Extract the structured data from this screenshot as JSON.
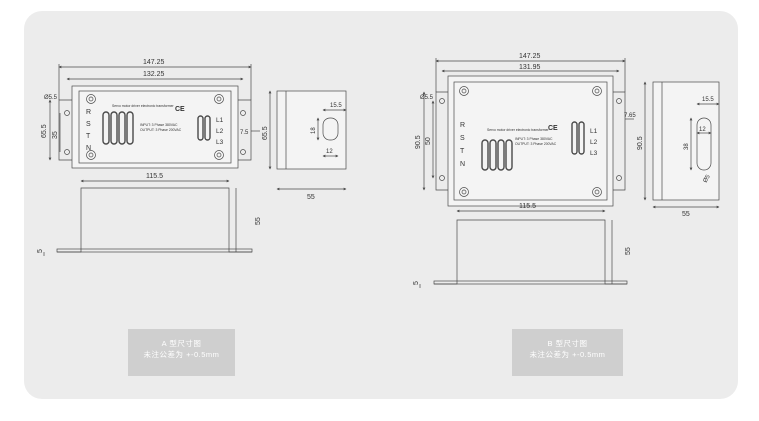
{
  "colors": {
    "panel": "#ececec",
    "caption_bg": "#cfcfcf",
    "caption_text": "#ffffff",
    "line": "#4a4a4a"
  },
  "drawing_a": {
    "dims": {
      "total_length": "147.25",
      "hole_pitch": "132.25",
      "height": "65.5",
      "hole_span": "35",
      "hole_dia": "Ø5.5",
      "base_width": "115.5",
      "base_height": "55",
      "flange": "5",
      "side_offset": "7.5",
      "side_depth": "55",
      "slot_width": "15.5",
      "slot_height": "18",
      "slot_len": "12"
    },
    "terminals_left": [
      "R",
      "S",
      "T",
      "N"
    ],
    "terminals_right": [
      "L1",
      "L2",
      "L3"
    ],
    "plate": {
      "title": "Servo motor driver electronic transformer",
      "input": "INPUT: 3 Phase 380VAC",
      "output": "OUTPUT: 3 Phase 200VAC",
      "ce": "CE"
    },
    "caption_line1": "A 型尺寸图",
    "caption_line2": "未注公差为 +-0.5mm"
  },
  "drawing_b": {
    "dims": {
      "total_length": "147.25",
      "hole_pitch": "131.95",
      "height": "90.5",
      "hole_span": "50",
      "hole_dia": "Ø5.5",
      "base_width": "115.5",
      "base_height": "55",
      "flange": "5",
      "side_offset": "7.65",
      "side_depth": "55",
      "side_height": "90.5",
      "slot_width": "15.5",
      "slot_height": "38",
      "slot_len": "12",
      "slot_dia": "Ø5"
    },
    "terminals_left": [
      "R",
      "S",
      "T",
      "N"
    ],
    "terminals_right": [
      "L1",
      "L2",
      "L3"
    ],
    "plate": {
      "title": "Servo motor driver electronic transformer",
      "input": "INPUT: 3 Phase 380VAC",
      "output": "OUTPUT: 3 Phase 200VAC",
      "ce": "CE"
    },
    "caption_line1": "B 型尺寸图",
    "caption_line2": "未注公差为 +-0.5mm"
  }
}
